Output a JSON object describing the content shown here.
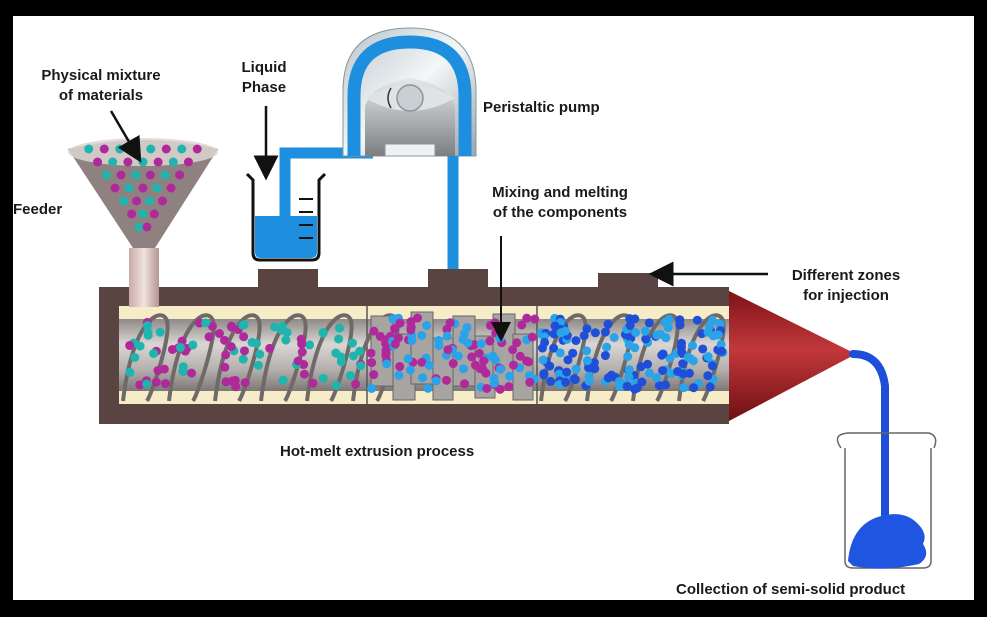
{
  "figure": {
    "title": "Hot-melt extrusion process",
    "labels": {
      "physical_mixture": [
        "Physical mixture",
        "of materials"
      ],
      "liquid_phase": [
        "Liquid",
        "Phase"
      ],
      "peristaltic_pump": "Peristaltic pump",
      "feeder": "Feeder",
      "mixing_melting": [
        "Mixing and melting",
        "of the components"
      ],
      "injection_zones": [
        "Different zones",
        "for injection"
      ],
      "process_title": "Hot-melt extrusion process",
      "collection": "Collection of semi-solid product"
    },
    "components": [
      "feeder-funnel",
      "liquid-beaker",
      "peristaltic-pump",
      "extruder-barrel",
      "screw-conveying-section",
      "kneading-mixing-section",
      "melt-section",
      "extrusion-die",
      "collection-beaker"
    ],
    "colors": {
      "barrel": "#5a4441",
      "barrel_liner": "#f6edc8",
      "screw_shaft": "#b8b4b2",
      "particle_teal": "#1fb5ae",
      "particle_magenta": "#b0299b",
      "particle_light_blue": "#2aa3e8",
      "particle_dark_blue": "#1e4fd6",
      "liquid": "#1d8fde",
      "die": "#a32125",
      "extrudate": "#1f4fd8",
      "frame": "#000000"
    }
  }
}
